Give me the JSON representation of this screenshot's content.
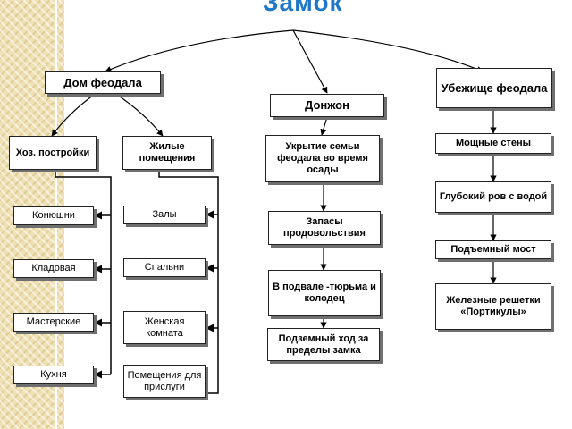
{
  "title": "Замок",
  "nodes": {
    "lord_house": "Дом феодала",
    "refuge": "Убежище феодала",
    "donjon": "Донжон",
    "outbuildings": "Хоз. постройки",
    "living": "Жилые помещения",
    "stables": "Конюшни",
    "storeroom": "Кладовая",
    "workshops": "Мастерские",
    "kitchen": "Кухня",
    "halls": "Залы",
    "bedrooms": "Спальни",
    "women_room": "Женская комната",
    "servants": "Помещения для прислуги",
    "shelter": "Укрытие семьи феодала во время осады",
    "supplies": "Запасы продовольствия",
    "basement": "В подвале -тюрьма и колодец",
    "tunnel": "Подземный ход за пределы замка",
    "walls": "Мощные стены",
    "moat": "Глубокий ров с водой",
    "bridge": "Подъемный мост",
    "gratings": "Железные решетки «Портикулы»"
  }
}
